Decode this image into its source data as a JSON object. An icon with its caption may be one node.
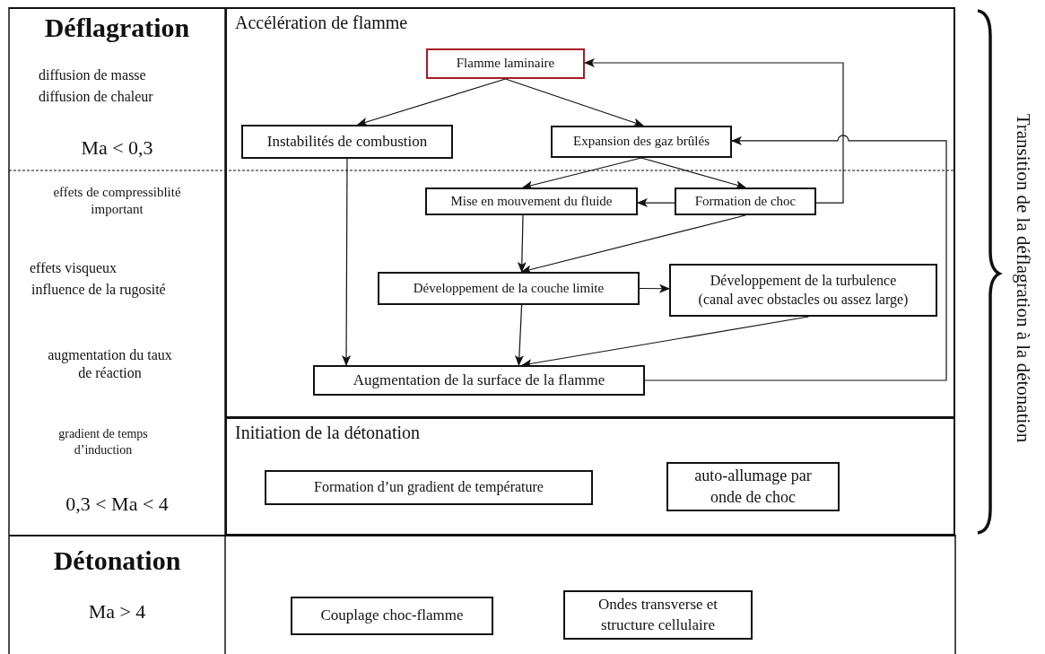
{
  "diagram": {
    "nodes": [
      {
        "text": [
          "Accélération de flamme"
        ]
      },
      {
        "text": [
          "Flamme laminaire"
        ],
        "in": 0
      },
      {
        "text": [
          "Instabilités de combustion"
        ],
        "in": 0
      },
      {
        "text": [
          "Expansion des gaz brûlés"
        ],
        "in": 0
      },
      {
        "text": [
          "Mise en mouvement du fluide"
        ],
        "in": 0
      },
      {
        "text": [
          "Formation de choc"
        ],
        "in": 0
      },
      {
        "text": [
          "Développement de la couche limite"
        ],
        "in": 0
      },
      {
        "text": [
          "Développement de la turbulence",
          "(canal avec obstacles ou assez large)"
        ],
        "in": 0
      },
      {
        "text": [
          "Augmentation de la surface de la flamme"
        ],
        "in": 0
      },
      {
        "text": [
          "Initiation de la  détonation"
        ]
      },
      {
        "text": [
          "Formation d’un gradient de température"
        ],
        "in": 9
      },
      {
        "text": [
          "auto-allumage par onde de choc"
        ],
        "in": 9
      },
      {
        "text": [
          "Couplage choc-flamme"
        ]
      },
      {
        "text": [
          "Ondes transverse et structure cellulaire"
        ]
      }
    ],
    "edges": [
      {
        "from": 1,
        "to": 2,
        "arrow": "to"
      },
      {
        "from": 1,
        "to": 3,
        "arrow": "to"
      },
      {
        "from": 3,
        "to": 4,
        "arrow": "to"
      },
      {
        "from": 3,
        "to": 5,
        "arrow": "to"
      },
      {
        "from": 5,
        "to": 4,
        "arrow": "to"
      },
      {
        "from": 5,
        "to": 1,
        "arrow": "to"
      },
      {
        "from": 4,
        "to": 6,
        "arrow": "to"
      },
      {
        "from": 5,
        "to": 6,
        "arrow": "to"
      },
      {
        "from": 6,
        "to": 7,
        "arrow": "to"
      },
      {
        "from": 7,
        "to": 8,
        "arrow": "to"
      },
      {
        "from": 6,
        "to": 8,
        "arrow": "to"
      },
      {
        "from": 2,
        "to": 8,
        "arrow": "to"
      },
      {
        "from": 8,
        "to": 3,
        "arrow": "to"
      }
    ],
    "labels": [
      "Déflagration",
      "diffusion de masse",
      "diffusion de chaleur",
      "Ma < 0,3",
      "effets de compressiblité important",
      "effets visqueux",
      "influence de la rugosité",
      "augmentation du taux de réaction",
      "gradient de temps d’induction",
      "0,3 < Ma < 4",
      "Détonation",
      "Ma > 4",
      "Transition de la déflagration à la détonation"
    ]
  }
}
